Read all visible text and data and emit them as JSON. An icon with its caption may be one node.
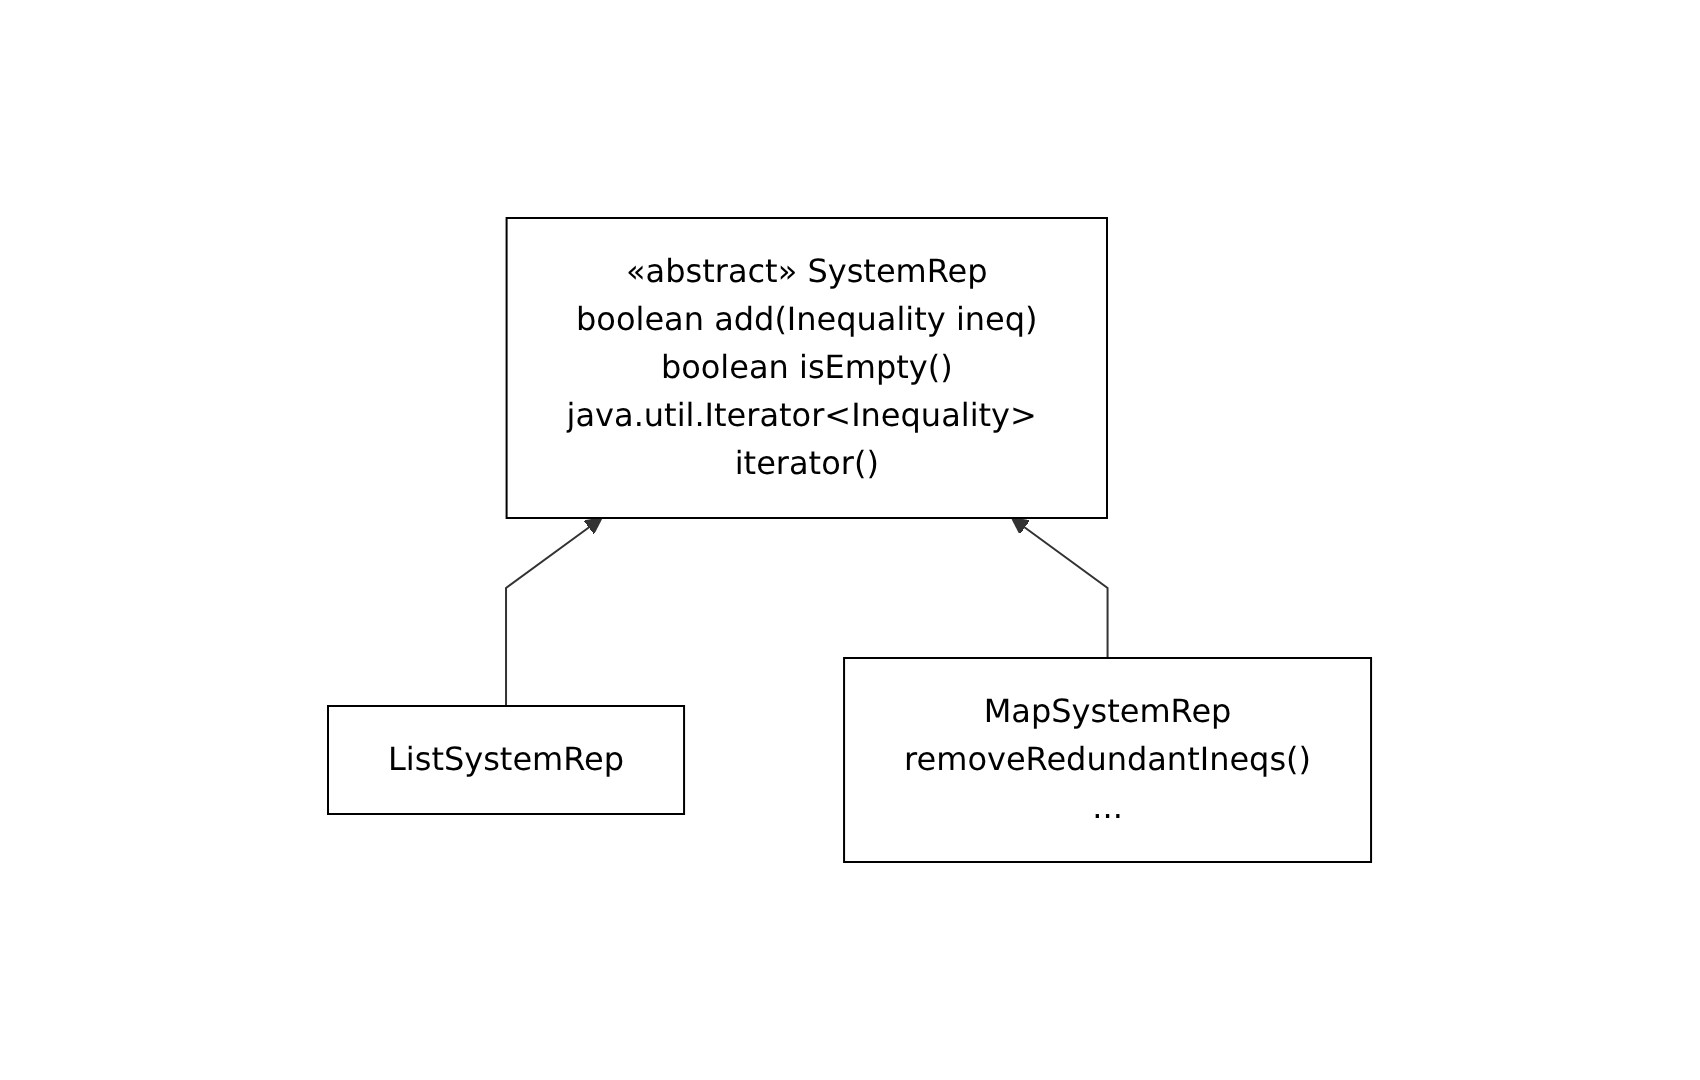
{
  "diagram": {
    "nodes": [
      {
        "text": [
          "«abstract» SystemRep",
          "boolean add(Inequality ineq)",
          "boolean isEmpty()",
          "java.util.Iterator<Inequality> iterator()"
        ]
      },
      {
        "text": [
          "ListSystemRep"
        ]
      },
      {
        "text": [
          "MapSystemRep",
          "removeRedundantIneqs()",
          "..."
        ]
      }
    ],
    "edges": [
      {
        "from": 1,
        "to": 0,
        "arrow": "to"
      },
      {
        "from": 2,
        "to": 0,
        "arrow": "to"
      }
    ]
  }
}
